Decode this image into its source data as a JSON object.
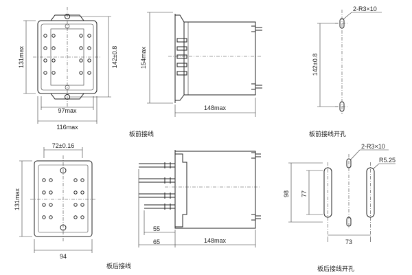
{
  "views": {
    "front_wiring": {
      "caption": "板前接线",
      "dims": {
        "height_max": "131max",
        "mount_pitch": "142±0.8",
        "inner_width": "97max",
        "outer_width": "116max"
      }
    },
    "side_front": {
      "dims": {
        "height_max": "154max",
        "depth_max": "148max"
      }
    },
    "front_cutout": {
      "caption": "板前接线开孔",
      "dims": {
        "slot_spec": "2-R3×10",
        "pitch": "142±0.8"
      }
    },
    "rear_wiring": {
      "caption": "板后接线",
      "dims": {
        "pitch_top": "72±0.16",
        "height_max": "131max",
        "width": "94"
      }
    },
    "side_rear": {
      "dims": {
        "stud_a": "55",
        "stud_b": "65",
        "depth_max": "148max"
      }
    },
    "rear_cutout": {
      "caption": "板后接线开孔",
      "dims": {
        "slot_spec": "2-R3×10",
        "radius": "R5.25",
        "height_outer": "98",
        "height_inner": "77",
        "pitch": "73"
      }
    }
  }
}
